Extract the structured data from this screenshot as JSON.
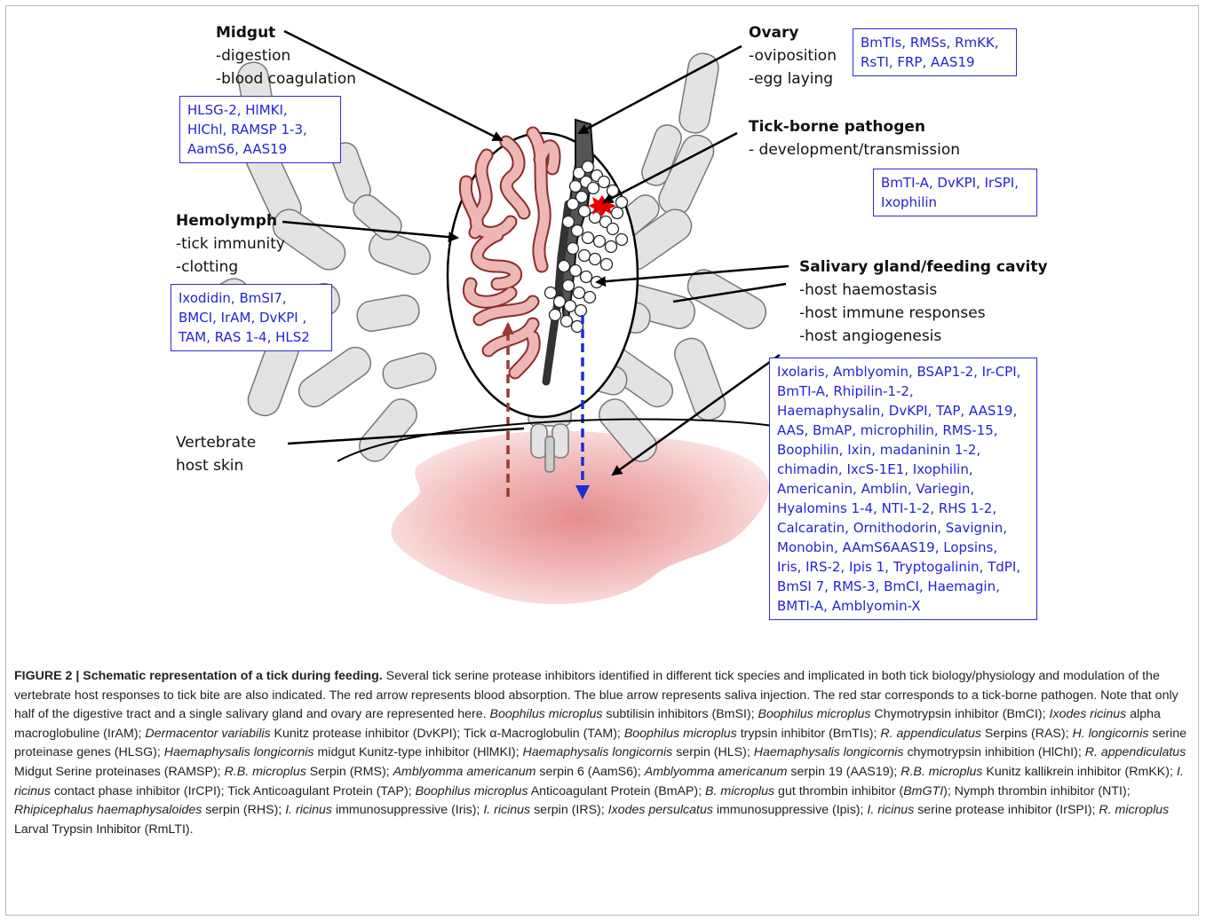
{
  "labels": {
    "midgut": {
      "title": "Midgut",
      "lines": [
        "-digestion",
        "-blood coagulation"
      ]
    },
    "ovary": {
      "title": "Ovary",
      "lines": [
        "-oviposition",
        "-egg laying"
      ]
    },
    "pathogen": {
      "title": "Tick-borne pathogen",
      "lines": [
        "- development/transmission"
      ]
    },
    "hemolymph": {
      "title": "Hemolymph",
      "lines": [
        "-tick immunity",
        "-clotting"
      ]
    },
    "salivary": {
      "title": "Salivary gland/feeding cavity",
      "lines": [
        "-host haemostasis",
        "-host immune responses",
        "-host angiogenesis"
      ]
    },
    "skin": {
      "lines": [
        "Vertebrate",
        "host skin"
      ]
    }
  },
  "boxes": {
    "midgut": [
      "HLSG-2, HlMKI,",
      "HlChl, RAMSP 1-3,",
      "AamS6, AAS19"
    ],
    "ovary": [
      "BmTIs, RMSs, RmKK,",
      "RsTI, FRP, AAS19"
    ],
    "pathogen": [
      "BmTI-A, DvKPI, IrSPI,",
      "Ixophilin"
    ],
    "hemolymph": [
      "Ixodidin, BmSI7,",
      "BMCI, IrAM, DvKPI ,",
      "TAM, RAS 1-4, HLS2"
    ],
    "salivary": [
      "Ixolaris, Amblyomin, BSAP1-2, Ir-CPI,",
      "BmTI-A, Rhipilin-1-2,",
      "Haemaphysalin, DvKPI, TAP, AAS19,",
      "AAS, BmAP, microphilin, RMS-15,",
      "Boophilin, Ixin, madaninin 1-2,",
      "chimadin, IxcS-1E1, Ixophilin,",
      "Americanin, Amblin, Variegin,",
      "Hyalomins 1-4, NTI-1-2, RHS 1-2,",
      "Calcaratin, Ornithodorin, Savignin,",
      "Monobin, AAmS6AAS19, Lopsins,",
      "Iris, IRS-2, Ipis 1, Tryptogalinin, TdPI,",
      "BmSI 7, RMS-3, BmCI, Haemagin,",
      "BMTI-A, Amblyomin-X"
    ]
  },
  "caption": {
    "figure_label": "FIGURE 2 | Schematic representation of a tick during feeding.",
    "segments": [
      {
        "t": " Several tick serine protease inhibitors identified in different tick species and implicated in both tick biology/physiology and modulation of the vertebrate host responses to tick bite are also indicated. The red arrow represents blood absorption. The blue arrow represents saliva injection. The red star corresponds to a tick-borne pathogen. Note that only half of the digestive tract and a single salivary gland and ovary are represented here. ",
        "i": false
      },
      {
        "t": "Boophilus microplus",
        "i": true
      },
      {
        "t": " subtilisin inhibitors (BmSI); ",
        "i": false
      },
      {
        "t": "Boophilus microplus",
        "i": true
      },
      {
        "t": " Chymotrypsin inhibitor (BmCI); ",
        "i": false
      },
      {
        "t": "Ixodes ricinus",
        "i": true
      },
      {
        "t": " alpha macroglobuline (IrAM); ",
        "i": false
      },
      {
        "t": "Dermacentor variabilis",
        "i": true
      },
      {
        "t": " Kunitz protease inhibitor (DvKPI); Tick α-Macroglobulin (TAM); ",
        "i": false
      },
      {
        "t": "Boophilus microplus",
        "i": true
      },
      {
        "t": " trypsin inhibitor (BmTIs); ",
        "i": false
      },
      {
        "t": "R. appendiculatus",
        "i": true
      },
      {
        "t": " Serpins (RAS); ",
        "i": false
      },
      {
        "t": "H. longicornis",
        "i": true
      },
      {
        "t": " serine proteinase genes (HLSG); ",
        "i": false
      },
      {
        "t": "Haemaphysalis longicornis",
        "i": true
      },
      {
        "t": " midgut Kunitz-type inhibitor (HlMKI); ",
        "i": false
      },
      {
        "t": "Haemaphysalis longicornis",
        "i": true
      },
      {
        "t": " serpin (HLS); ",
        "i": false
      },
      {
        "t": "Haemaphysalis longicornis",
        "i": true
      },
      {
        "t": " chymotrypsin inhibition (HlChI); ",
        "i": false
      },
      {
        "t": "R. appendiculatus",
        "i": true
      },
      {
        "t": " Midgut Serine proteinases (RAMSP); ",
        "i": false
      },
      {
        "t": "R.B. microplus",
        "i": true
      },
      {
        "t": " Serpin (RMS); ",
        "i": false
      },
      {
        "t": "Amblyomma americanum",
        "i": true
      },
      {
        "t": " serpin 6 (AamS6); ",
        "i": false
      },
      {
        "t": "Amblyomma americanum",
        "i": true
      },
      {
        "t": " serpin 19 (AAS19); ",
        "i": false
      },
      {
        "t": "R.B. microplus",
        "i": true
      },
      {
        "t": " Kunitz kallikrein inhibitor (RmKK); ",
        "i": false
      },
      {
        "t": "I. ricinus",
        "i": true
      },
      {
        "t": " contact phase inhibitor (IrCPI); Tick Anticoagulant Protein (TAP); ",
        "i": false
      },
      {
        "t": "Boophilus microplus",
        "i": true
      },
      {
        "t": " Anticoagulant Protein (BmAP); ",
        "i": false
      },
      {
        "t": "B. microplus",
        "i": true
      },
      {
        "t": " gut thrombin inhibitor (",
        "i": false
      },
      {
        "t": "BmGTI",
        "i": true
      },
      {
        "t": "); Nymph thrombin inhibitor (NTI); ",
        "i": false
      },
      {
        "t": "Rhipicephalus haemaphysaloides",
        "i": true
      },
      {
        "t": " serpin (RHS); ",
        "i": false
      },
      {
        "t": "I. ricinus",
        "i": true
      },
      {
        "t": " immunosuppressive (Iris); ",
        "i": false
      },
      {
        "t": "I. ricinus",
        "i": true
      },
      {
        "t": " serpin (IRS); ",
        "i": false
      },
      {
        "t": "Ixodes persulcatus",
        "i": true
      },
      {
        "t": " immunosuppressive (Ipis); ",
        "i": false
      },
      {
        "t": "I. ricinus",
        "i": true
      },
      {
        "t": " serine protease inhibitor (IrSPI); ",
        "i": false
      },
      {
        "t": "R. microplus",
        "i": true
      },
      {
        "t": " Larval Trypsin Inhibitor (RmLTI).",
        "i": false
      }
    ]
  },
  "colors": {
    "box_border": "#2b2bdc",
    "box_text": "#2323d8",
    "gut_fill": "#eeb7b4",
    "leg_fill": "#e3e3e3",
    "blood_arrow": "#9a3a35",
    "saliva_arrow": "#1a2ed8",
    "pathogen_star": "#e60000"
  }
}
